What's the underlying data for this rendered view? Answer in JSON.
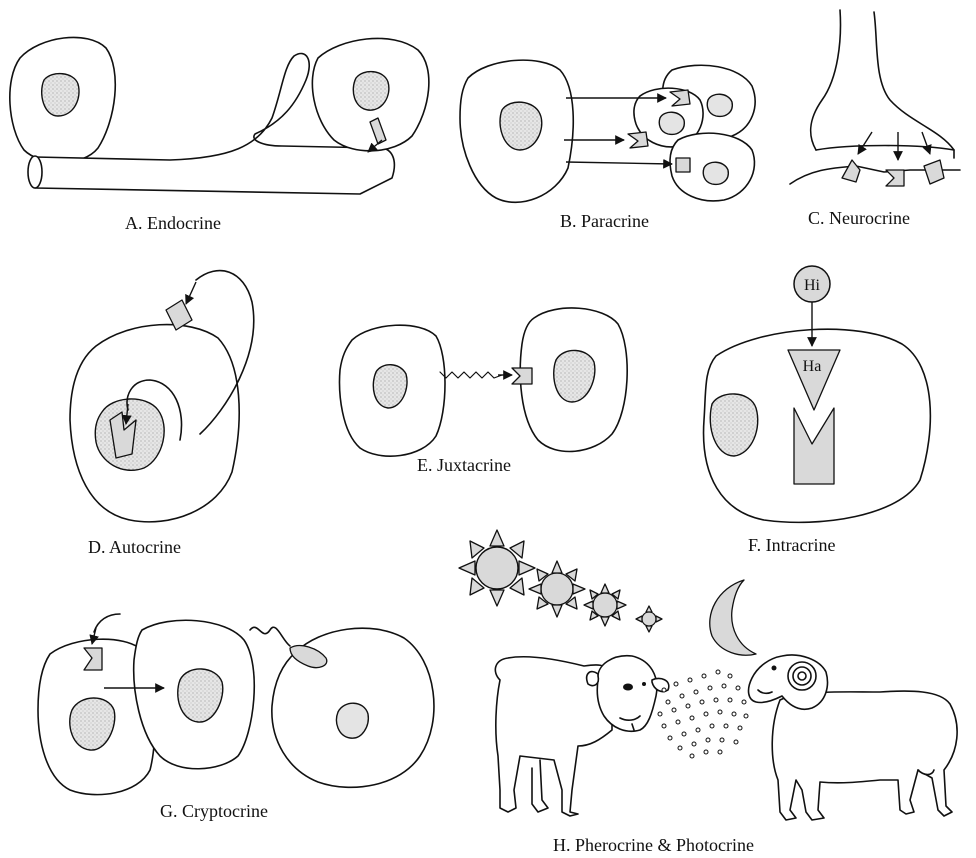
{
  "panels": {
    "endocrine": "A.  Endocrine",
    "paracrine": "B.  Paracrine",
    "neurocrine": "C.  Neurocrine",
    "autocrine": "D.  Autocrine",
    "juxtacrine": "E.  Juxtacrine",
    "intracrine": "F.  Intracrine",
    "cryptocrine": "G.  Cryptocrine",
    "pherocrine": "H.  Pherocrine & Photocrine"
  },
  "intracrine_labels": {
    "hi": "Hi",
    "ha": "Ha"
  }
}
